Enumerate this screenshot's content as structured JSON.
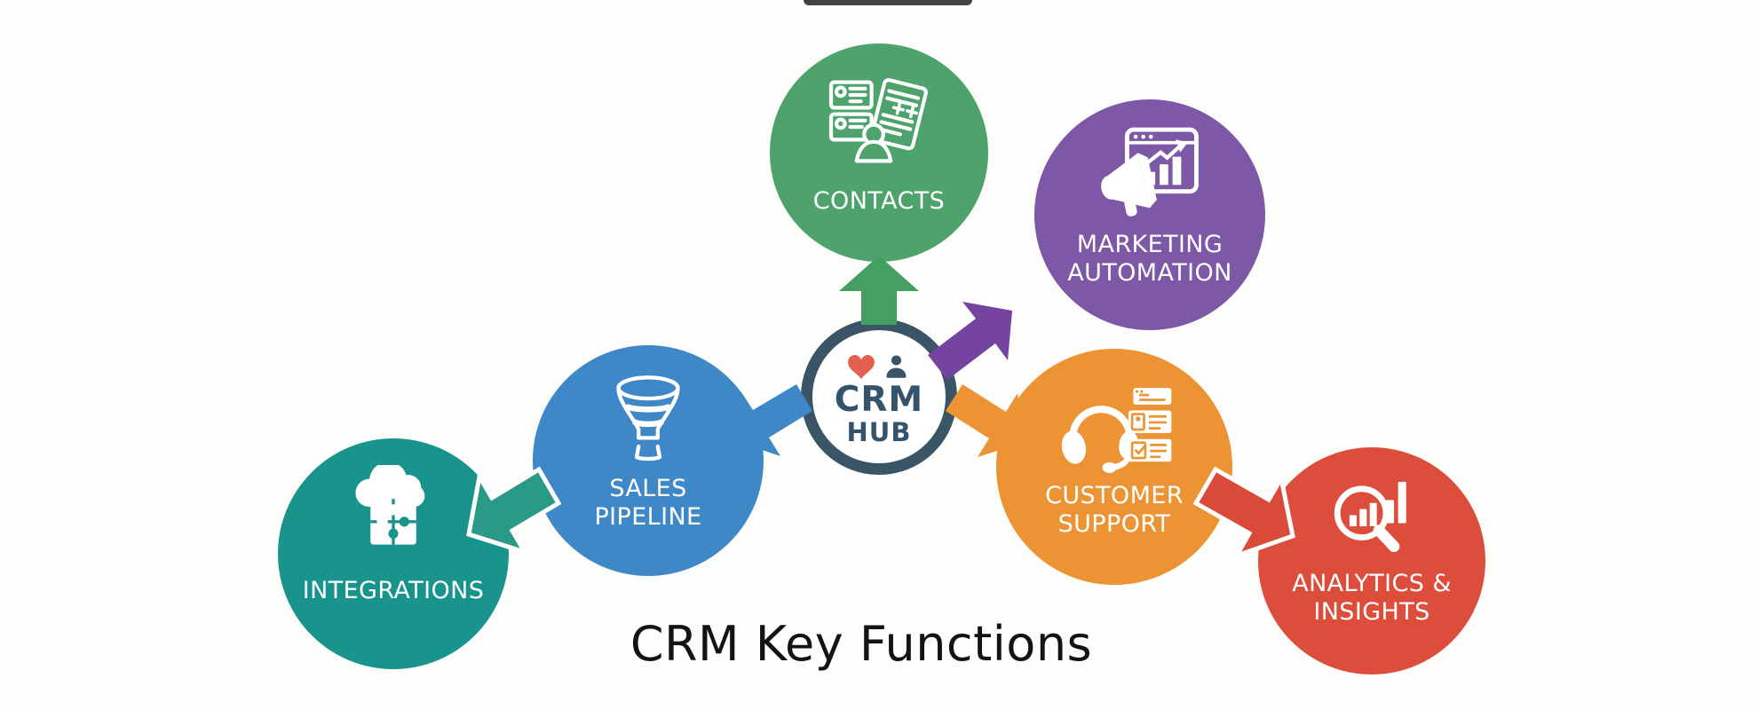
{
  "title": "CRM Key Functions",
  "hub": {
    "title_line1": "CRM",
    "title_line2": "HUB",
    "ring_color": "#3A5566",
    "heart_color": "#E2604D",
    "person_color": "#3A5566"
  },
  "nodes": [
    {
      "id": "contacts",
      "color": "#4DA36B",
      "icon": "contact-cards-icon",
      "lines": [
        "CONTACTS"
      ]
    },
    {
      "id": "marketing-automation",
      "color": "#7C58A6",
      "icon": "megaphone-chart-icon",
      "lines": [
        "MARKETING",
        "AUTOMATION"
      ]
    },
    {
      "id": "sales-pipeline",
      "color": "#3E88C8",
      "icon": "funnel-icon",
      "lines": [
        "SALES",
        "PIPELINE"
      ]
    },
    {
      "id": "integrations",
      "color": "#18948D",
      "icon": "cloud-puzzle-icon",
      "lines": [
        "INTEGRATIONS"
      ]
    },
    {
      "id": "customer-support",
      "color": "#EC9434",
      "icon": "headset-chat-icon",
      "lines": [
        "CUSTOMER",
        "SUPPORT"
      ]
    },
    {
      "id": "analytics-insights",
      "color": "#DD4D3C",
      "icon": "magnifier-chart-icon",
      "lines": [
        "ANALYTICS &",
        "INSIGHTS"
      ]
    }
  ],
  "arrows": [
    {
      "from": "crm-hub",
      "to": "contacts",
      "color": "#459F63"
    },
    {
      "from": "crm-hub",
      "to": "marketing-automation",
      "color": "#7444A0"
    },
    {
      "from": "crm-hub",
      "to": "sales-pipeline",
      "color": "#3E88C8"
    },
    {
      "from": "crm-hub",
      "to": "customer-support",
      "color": "#EC9434"
    },
    {
      "from": "sales-pipeline",
      "to": "integrations",
      "color": "#2A9986"
    },
    {
      "from": "customer-support",
      "to": "analytics-insights",
      "color": "#D94A38"
    }
  ]
}
